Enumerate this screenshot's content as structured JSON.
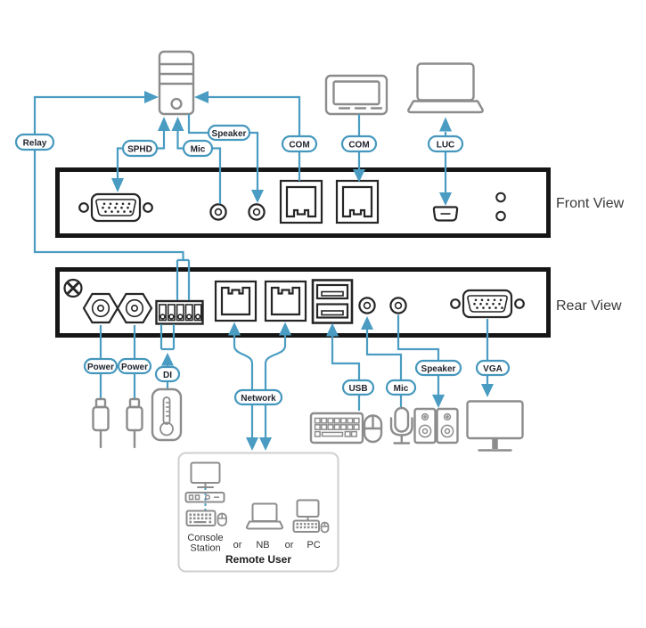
{
  "colors": {
    "line_blue": "#4a9cc2",
    "pill_border_blue": "#4597bd",
    "panel_black": "#161616",
    "port_black": "#262626",
    "device_gray": "#8c8c8c",
    "label_text": "#20242e"
  },
  "labels": {
    "relay": "Relay",
    "sphd": "SPHD",
    "mic_front": "Mic",
    "speaker_front": "Speaker",
    "com_front": "COM",
    "com_device": "COM",
    "luc": "LUC",
    "power_1": "Power",
    "power_2": "Power",
    "di": "DI",
    "network": "Network",
    "usb": "USB",
    "mic_rear": "Mic",
    "speaker_rear": "Speaker",
    "vga": "VGA"
  },
  "views": {
    "front": "Front View",
    "rear": "Rear View"
  },
  "remote_user_box": {
    "console_station_line1": "Console",
    "console_station_line2": "Station",
    "or_1": "or",
    "nb": "NB",
    "or_2": "or",
    "pc": "PC",
    "title": "Remote User"
  }
}
